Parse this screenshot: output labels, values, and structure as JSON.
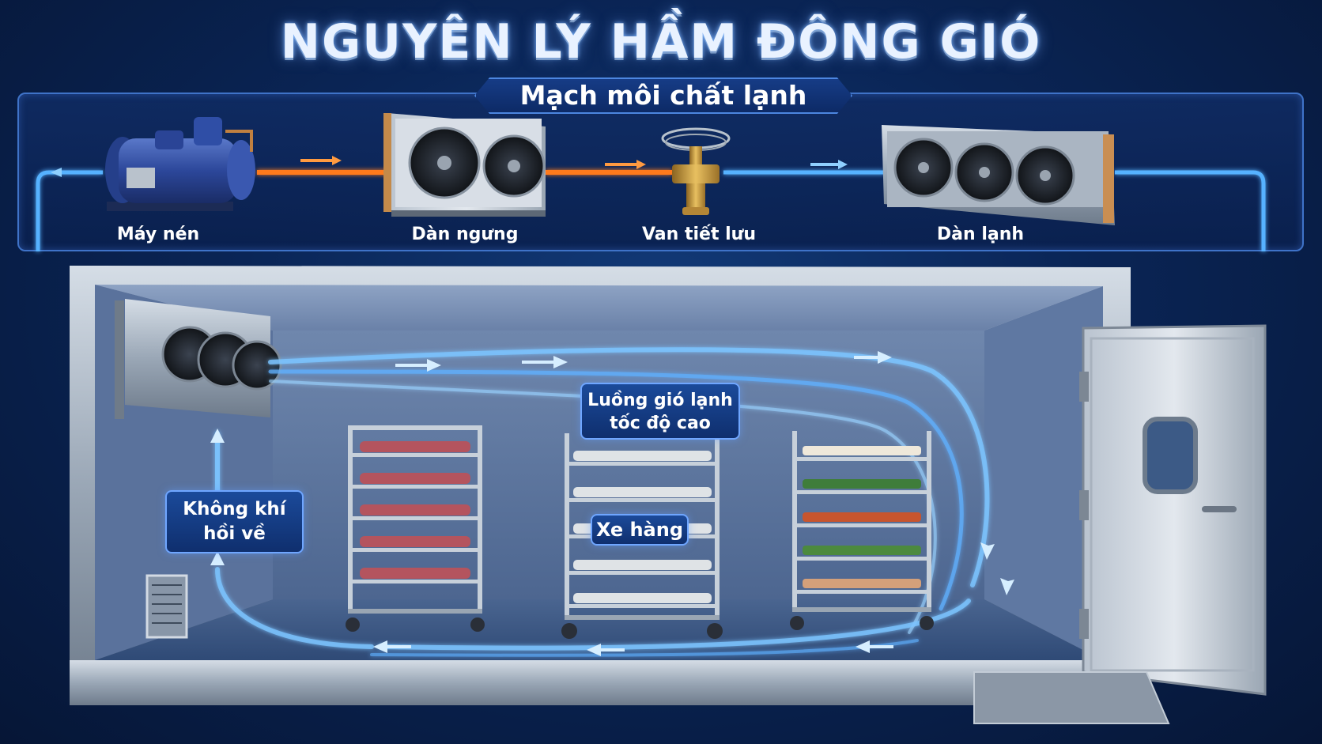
{
  "title": "NGUYÊN LÝ HẦM ĐÔNG GIÓ",
  "refrigerant_circuit": {
    "title": "Mạch môi chất lạnh",
    "components": [
      {
        "id": "compressor",
        "label": "Máy nén"
      },
      {
        "id": "condenser",
        "label": "Dàn ngưng"
      },
      {
        "id": "expansion-valve",
        "label": "Van tiết lưu"
      },
      {
        "id": "evaporator",
        "label": "Dàn lạnh"
      }
    ]
  },
  "room": {
    "callouts": {
      "airflow": "Luồng gió lạnh tốc độ cao",
      "airflow_line1": "Luồng gió lạnh",
      "airflow_line2": "tốc độ cao",
      "return_air_line1": "Không khí",
      "return_air_line2": "hồi về",
      "trolley": "Xe hàng"
    }
  },
  "colors": {
    "hot_line": "#ff7a1a",
    "cold_line": "#3aa0ff",
    "air_flow": "#7cc4ff",
    "panel_border": "#3f73c8"
  }
}
